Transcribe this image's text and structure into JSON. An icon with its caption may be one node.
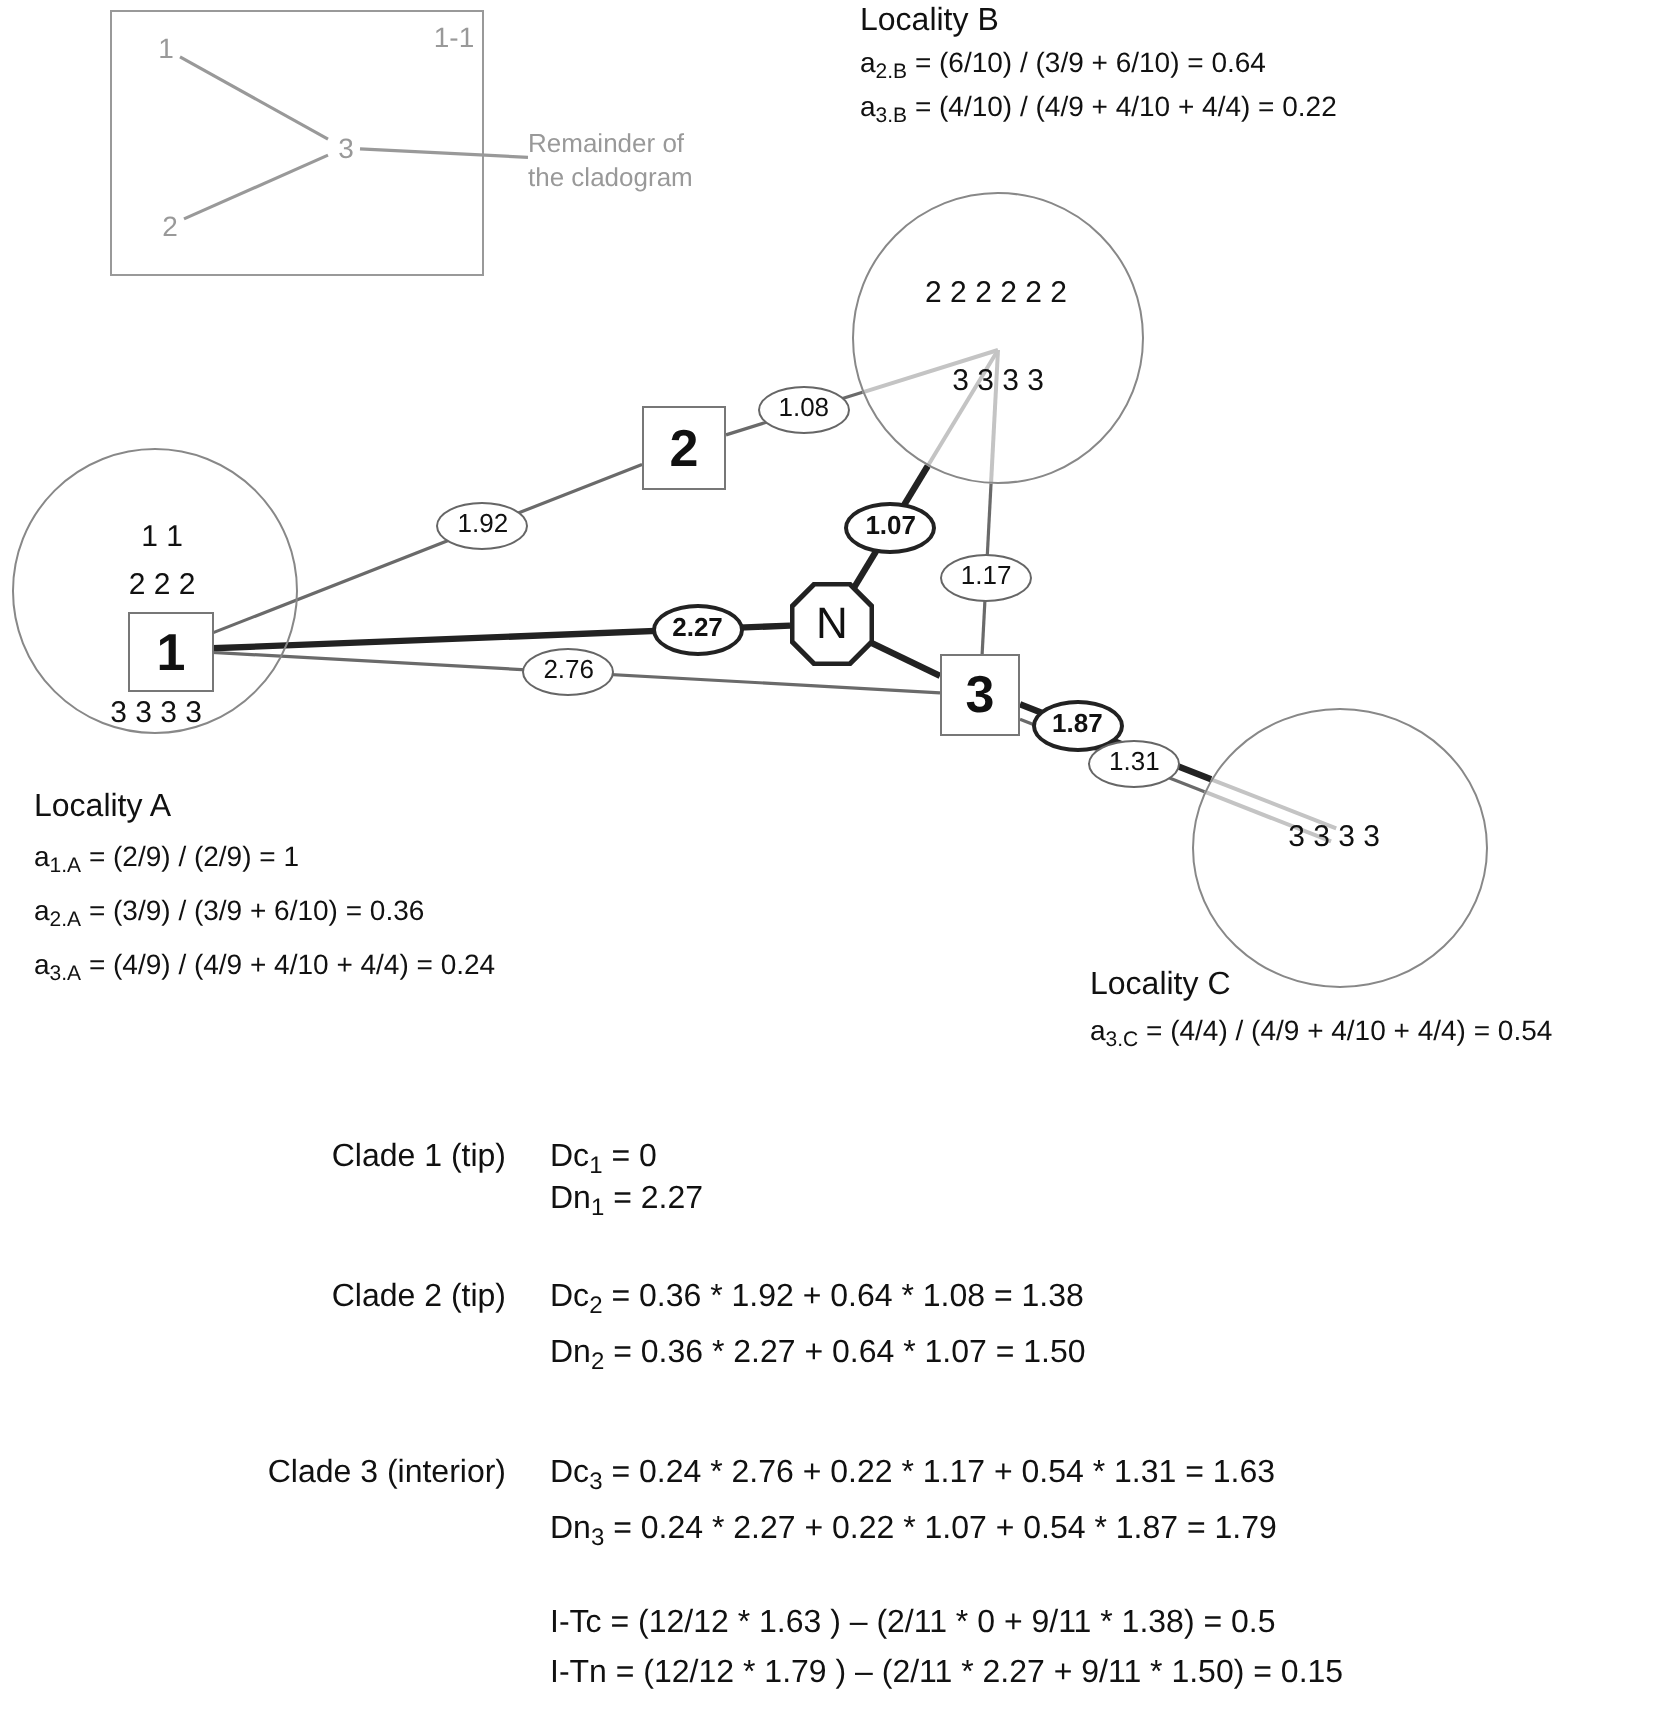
{
  "diagram": {
    "nodes": [
      {
        "text": [
          "1-1"
        ]
      },
      {
        "text": [
          "1"
        ],
        "in": 0
      },
      {
        "text": [
          "2"
        ],
        "in": 0
      },
      {
        "text": [
          "3"
        ],
        "in": 0
      },
      {
        "text": [
          "Remainder of the cladogram"
        ]
      },
      {
        "text": [
          "1 1",
          "2 2 2",
          "3 3 3 3"
        ],
        "beside": [
          "Locality A",
          "a$_{1.A}$ = (2/9) / (2/9) = 1",
          "a$_{2.A}$ = (3/9) / (3/9 + 6/10) = 0.36",
          "a$_{3.A}$ = (4/9) / (4/9 + 4/10 + 4/4) = 0.24"
        ]
      },
      {
        "text": [
          "1"
        ],
        "in": 5
      },
      {
        "text": [
          "2 2 2 2 2 2",
          "3 3 3 3"
        ],
        "beside": [
          "Locality B",
          "a$_{2.B}$ = (6/10) / (3/9 + 6/10) = 0.64",
          "a$_{3.B}$ = (4/10) / (4/9 + 4/10 + 4/4) = 0.22"
        ]
      },
      {
        "text": [
          "3 3 3 3"
        ],
        "beside": [
          "Locality C",
          "a$_{3.C}$ = (4/4) / (4/9 + 4/10 + 4/4) = 0.54"
        ]
      },
      {
        "text": [
          "2"
        ]
      },
      {
        "text": [
          "N"
        ]
      },
      {
        "text": [
          "3"
        ]
      }
    ],
    "edges": [
      {
        "from": 1,
        "to": 3,
        "arrow": "none",
        "color": "#999999"
      },
      {
        "from": 2,
        "to": 3,
        "arrow": "none",
        "color": "#999999"
      },
      {
        "from": 3,
        "to": 4,
        "arrow": "none",
        "color": "#999999"
      },
      {
        "from": 6,
        "to": 9,
        "arrow": "none",
        "label": "1.92"
      },
      {
        "from": 9,
        "to": 7,
        "arrow": "none",
        "label": "1.08"
      },
      {
        "from": 10,
        "to": 6,
        "arrow": "none",
        "label": "2.27",
        "style": "thick"
      },
      {
        "from": 6,
        "to": 11,
        "arrow": "none",
        "label": "2.76"
      },
      {
        "from": 10,
        "to": 7,
        "arrow": "none",
        "label": "1.07",
        "style": "thick"
      },
      {
        "from": 11,
        "to": 7,
        "arrow": "none",
        "label": "1.17"
      },
      {
        "from": 10,
        "to": 11,
        "arrow": "none",
        "style": "thick"
      },
      {
        "from": 11,
        "to": 8,
        "arrow": "none",
        "label": "1.87",
        "style": "thick"
      },
      {
        "from": 11,
        "to": 8,
        "arrow": "none",
        "label": "1.31"
      }
    ],
    "labels": [
      "Clade 1 (tip)",
      "Dc$_{1}$ = 0",
      "Dn$_{1}$ = 2.27",
      "Clade 2 (tip)",
      "Dc$_{2}$ = 0.36 * 1.92 + 0.64 * 1.08 = 1.38",
      "Dn$_{2}$ = 0.36 * 2.27 + 0.64 * 1.07 = 1.50",
      "Clade 3 (interior)",
      "Dc$_{3}$ = 0.24 * 2.76 + 0.22 * 1.17 + 0.54 * 1.31 = 1.63",
      "Dn$_{3}$ = 0.24 * 2.27 + 0.22 * 1.07 + 0.54 * 1.87 = 1.79",
      "I-Tc = (12/12 * 1.63 ) – (2/11 * 0 + 9/11 * 1.38) = 0.5",
      "I-Tn = (12/12 * 1.79 ) – (2/11 * 2.27 + 9/11 * 1.50) = 0.15"
    ]
  }
}
